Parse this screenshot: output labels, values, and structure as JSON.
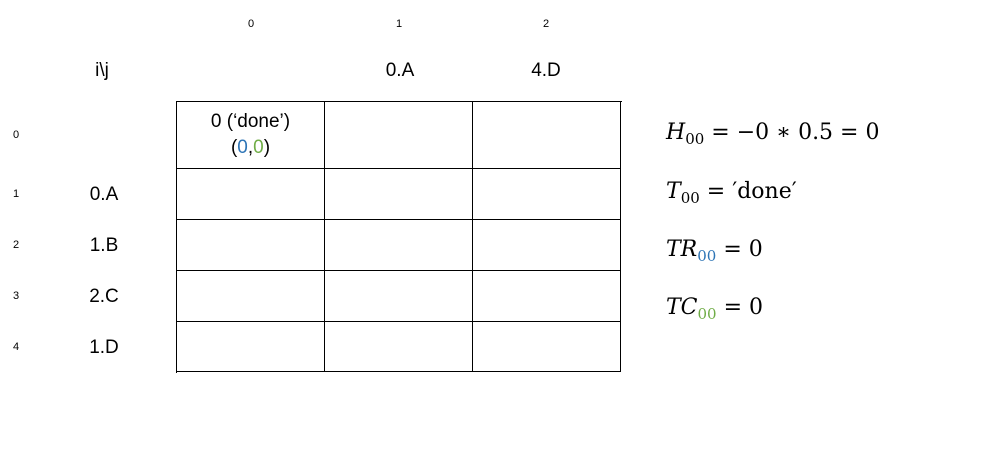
{
  "col_indices": [
    "0",
    "1",
    "2"
  ],
  "row_indices": [
    "0",
    "1",
    "2",
    "3",
    "4"
  ],
  "corner_label": "i\\j",
  "col_headers": [
    "",
    "0.A",
    "4.D"
  ],
  "row_headers": [
    "",
    "0.A",
    "1.B",
    "2.C",
    "1.D"
  ],
  "cell_00": {
    "line1": "0 (‘done’)",
    "open": "(",
    "first": "0",
    "comma": ",",
    "second": "0",
    "close": ")"
  },
  "colors": {
    "blue": "#2e75b6",
    "green": "#70ad47"
  },
  "equations": [
    {
      "var": "H",
      "sub": "00",
      "rhs": " = −0 ∗ 0.5 = 0"
    },
    {
      "var": "T",
      "sub": "00",
      "rhs": " = ′done′"
    },
    {
      "var": "TR",
      "sub": "00",
      "rhs": " = 0"
    },
    {
      "var": "TC",
      "sub": "00",
      "rhs": " = 0"
    }
  ]
}
